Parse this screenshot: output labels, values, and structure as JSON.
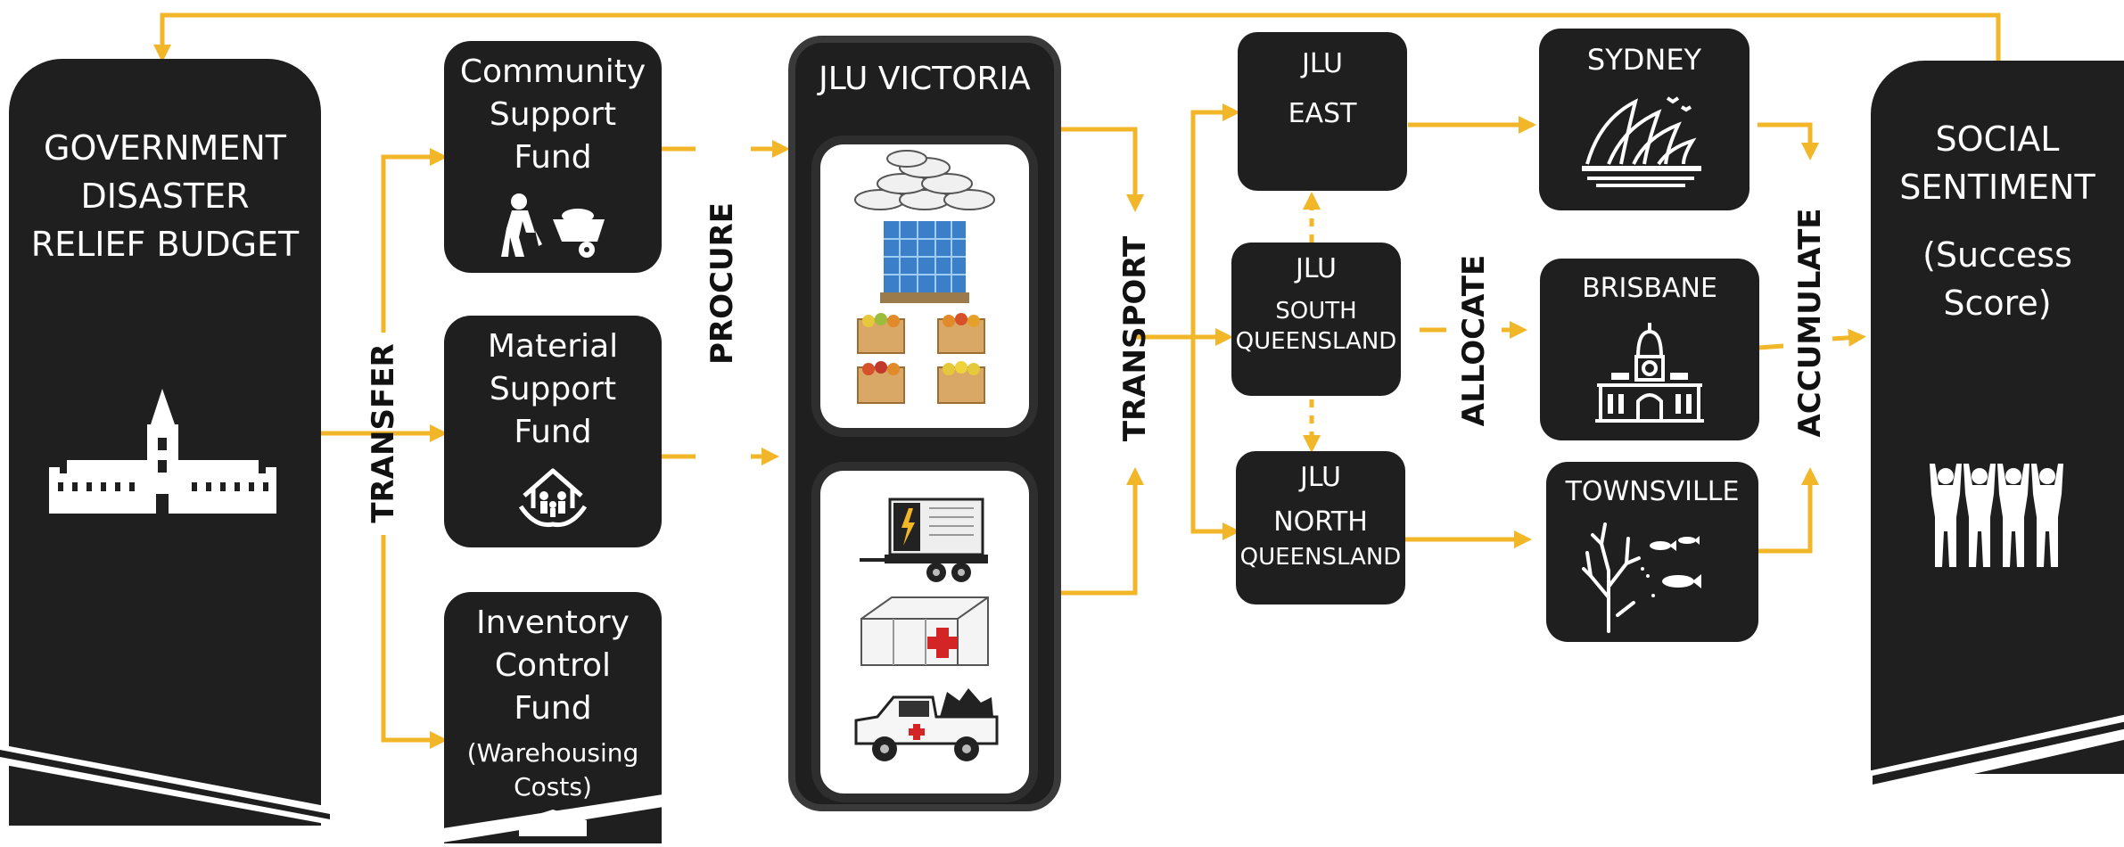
{
  "colors": {
    "arrow": "#f2b629",
    "box": "#1f1f1f",
    "jlu_frame": "#2e2e2e",
    "label": "#111111"
  },
  "government": {
    "line1": "GOVERNMENT",
    "line2": "DISASTER",
    "line3": "RELIEF BUDGET",
    "icon": "parliament-building-icon"
  },
  "labels": {
    "transfer": "TRANSFER",
    "procure": "PROCURE",
    "transport": "TRANSPORT",
    "allocate": "ALLOCATE",
    "accumulate": "ACCUMULATE"
  },
  "funds": {
    "community": {
      "line1": "Community",
      "line2": "Support",
      "line3": "Fund",
      "icon": "worker-wheelbarrow-icon"
    },
    "material": {
      "line1": "Material",
      "line2": "Support",
      "line3": "Fund",
      "icon": "home-family-hands-icon"
    },
    "inventory": {
      "line1": "Inventory",
      "line2": "Control",
      "line3": "Fund",
      "line4": "(Warehousing",
      "line5": "Costs)",
      "icon": "warehouse-icon"
    }
  },
  "jlu_victoria": {
    "title": "JLU VICTORIA",
    "supplies": [
      "sandbags-icon",
      "water-pallet-icon",
      "produce-crates-icon"
    ],
    "equipment": [
      "generator-trailer-icon",
      "medical-tent-icon",
      "rescue-truck-icon"
    ]
  },
  "jlus": {
    "east": {
      "line1": "JLU",
      "line2": "EAST"
    },
    "south": {
      "line1": "JLU",
      "line2": "SOUTH",
      "line3": "QUEENSLAND"
    },
    "north": {
      "line1": "JLU",
      "line2": "NORTH",
      "line3": "QUEENSLAND"
    }
  },
  "cities": {
    "sydney": {
      "name": "SYDNEY",
      "icon": "opera-house-icon"
    },
    "brisbane": {
      "name": "BRISBANE",
      "icon": "city-hall-icon"
    },
    "townsville": {
      "name": "TOWNSVILLE",
      "icon": "reef-fish-icon"
    }
  },
  "sentiment": {
    "line1": "SOCIAL",
    "line2": "SENTIMENT",
    "line3": "(Success",
    "line4": "Score)",
    "icon": "cheering-people-icon"
  }
}
